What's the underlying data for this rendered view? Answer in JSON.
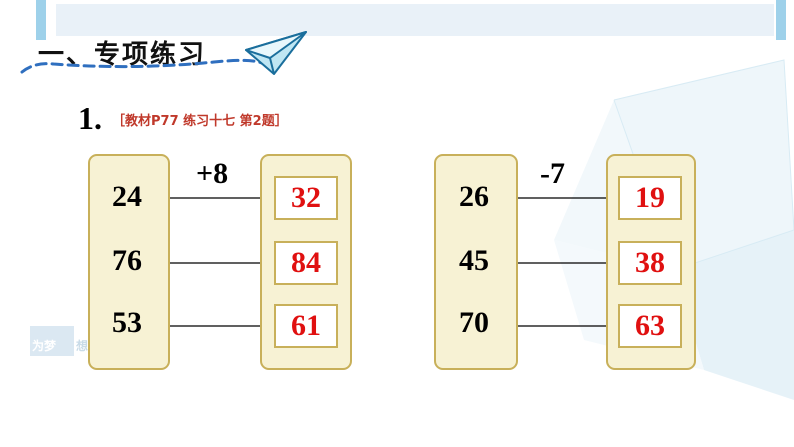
{
  "header": {
    "section_title": "一、专项练习"
  },
  "question": {
    "number": "1.",
    "reference": "［教材P77  练习十七  第2题］"
  },
  "groups": [
    {
      "operation": "+8",
      "inputs": [
        "24",
        "76",
        "53"
      ],
      "answers": [
        "32",
        "84",
        "61"
      ]
    },
    {
      "operation": "-7",
      "inputs": [
        "26",
        "45",
        "70"
      ],
      "answers": [
        "19",
        "38",
        "63"
      ]
    }
  ],
  "colors": {
    "box_fill": "#f7f2d4",
    "box_border": "#c8b05a",
    "answer_text": "#e01010",
    "reference_text": "#c0392b",
    "strip": "#e9f1f8",
    "strip_accent": "#9ed1ea"
  },
  "icons": [
    "paper-plane-icon"
  ]
}
